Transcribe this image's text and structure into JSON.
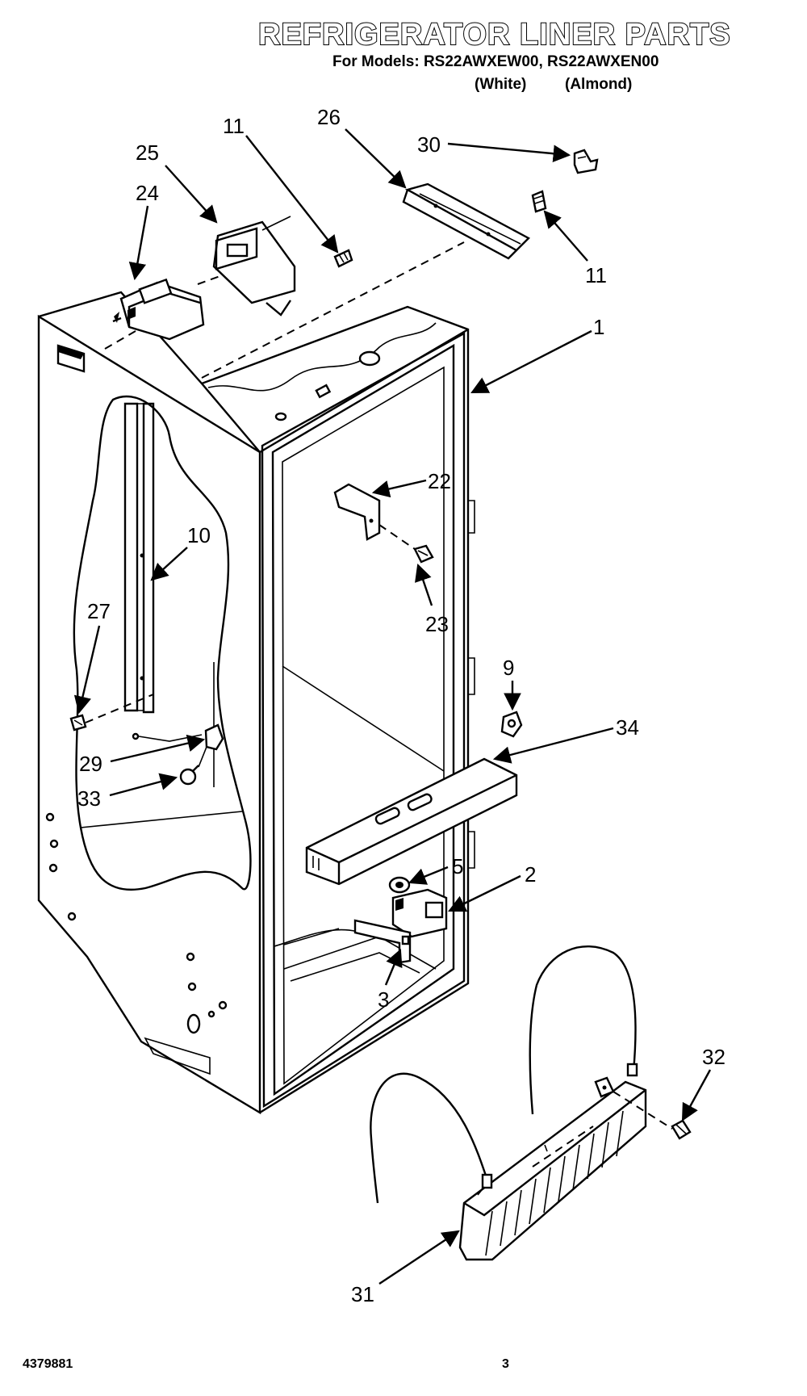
{
  "header": {
    "title": "REFRIGERATOR LINER PARTS",
    "models_line": "For Models: RS22AWXEW00, RS22AWXEN00",
    "color_white": "(White)",
    "color_almond": "(Almond)"
  },
  "callouts": {
    "c1": "1",
    "c2": "2",
    "c3": "3",
    "c5": "5",
    "c9": "9",
    "c10": "10",
    "c11a": "11",
    "c11b": "11",
    "c22": "22",
    "c23": "23",
    "c24": "24",
    "c25": "25",
    "c26": "26",
    "c27": "27",
    "c29": "29",
    "c30": "30",
    "c31": "31",
    "c32": "32",
    "c33": "33",
    "c34": "34"
  },
  "footer": {
    "doc_number": "4379881",
    "page_number": "3"
  }
}
